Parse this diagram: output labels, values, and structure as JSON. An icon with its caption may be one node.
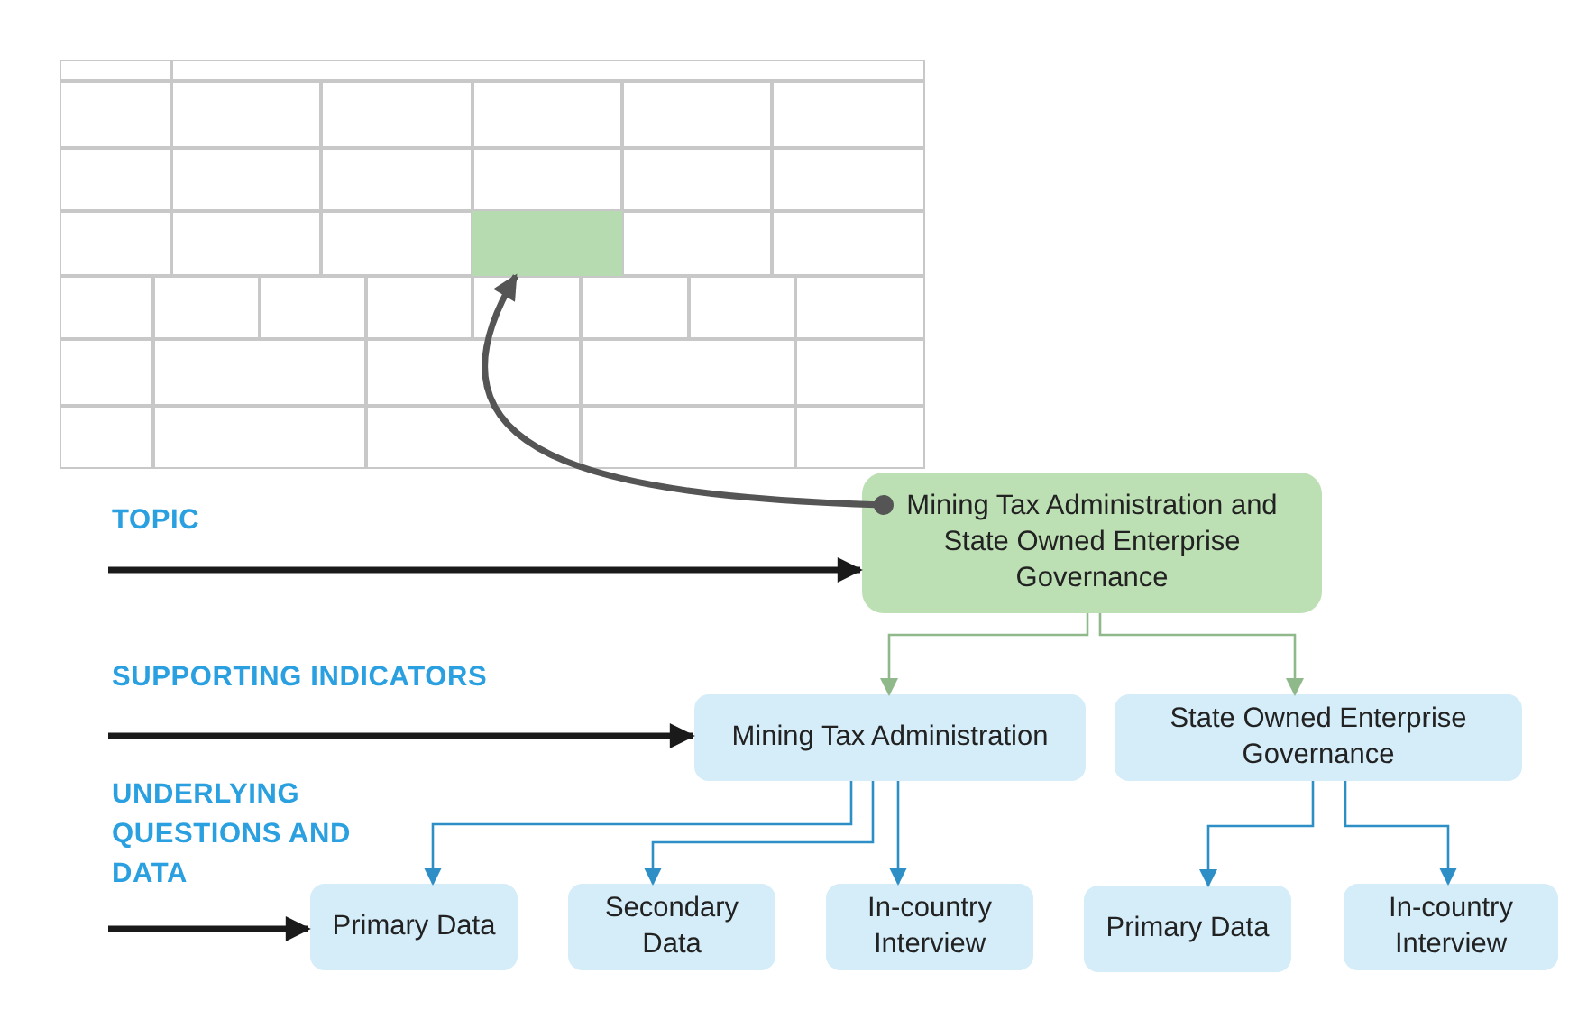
{
  "diagram": {
    "nodes": [
      {
        "text": [],
        "shape": "table"
      },
      {
        "text": [],
        "shape": "box",
        "in": 0
      },
      {
        "text": [
          "Mining Tax Administration and State Owned Enterprise Governance"
        ]
      },
      {
        "text": [
          "Mining Tax Administration"
        ]
      },
      {
        "text": [
          "State Owned Enterprise Governance"
        ]
      },
      {
        "text": [
          "Primary Data"
        ]
      },
      {
        "text": [
          "Secondary Data"
        ]
      },
      {
        "text": [
          "In-country Interview"
        ]
      },
      {
        "text": [
          "Primary Data"
        ]
      },
      {
        "text": [
          "In-country Interview"
        ]
      }
    ],
    "edges": [
      {
        "from": 2,
        "to": 1,
        "arrow": "to",
        "style": "thick",
        "color": "#555555"
      },
      {
        "from": null,
        "to": 2,
        "arrow": "to",
        "style": "thick",
        "color": "#1a1a1a"
      },
      {
        "from": null,
        "to": 3,
        "arrow": "to",
        "style": "thick",
        "color": "#1a1a1a"
      },
      {
        "from": null,
        "to": 5,
        "arrow": "to",
        "style": "thick",
        "color": "#1a1a1a"
      },
      {
        "from": 2,
        "to": 3,
        "arrow": "to",
        "color": "#8fb98a"
      },
      {
        "from": 2,
        "to": 4,
        "arrow": "to",
        "color": "#8fb98a"
      },
      {
        "from": 3,
        "to": 5,
        "arrow": "to"
      },
      {
        "from": 3,
        "to": 6,
        "arrow": "to"
      },
      {
        "from": 3,
        "to": 7,
        "arrow": "to"
      },
      {
        "from": 4,
        "to": 8,
        "arrow": "to"
      },
      {
        "from": 4,
        "to": 9,
        "arrow": "to"
      }
    ],
    "labels": [
      "TOPIC",
      "SUPPORTING INDICATORS",
      "UNDERLYING QUESTIONS AND DATA"
    ]
  }
}
